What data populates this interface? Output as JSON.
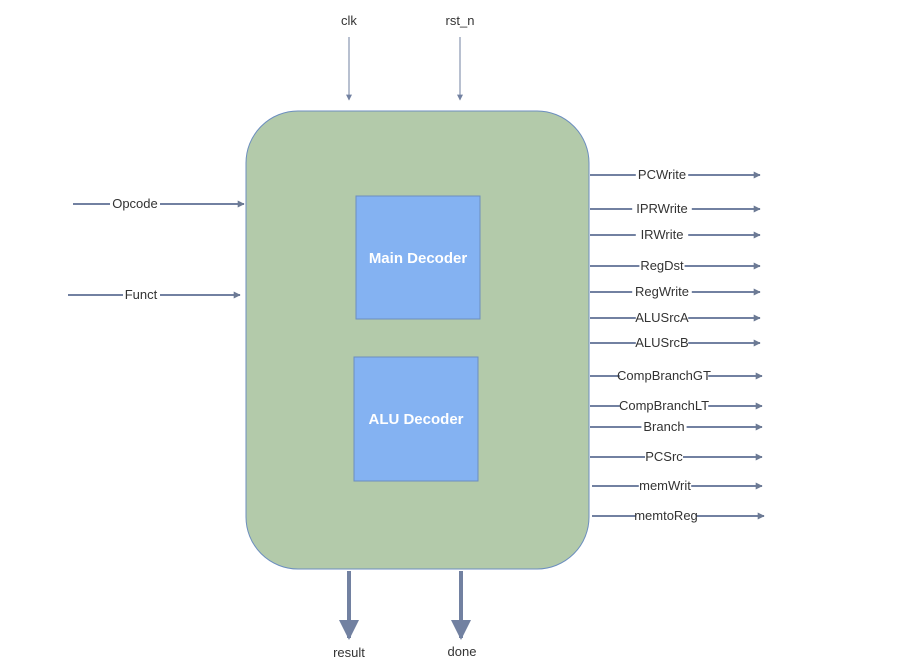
{
  "colors": {
    "controller_fill": "#b3caaa",
    "controller_stroke": "#6c8ebf",
    "decoder_fill": "#84b2f2",
    "decoder_stroke": "#6c8ebf",
    "arrow": "#7281a1",
    "thin_arrow": "#6c7a94",
    "text": "#333333"
  },
  "clock_inputs": [
    {
      "label": "clk"
    },
    {
      "label": "rst_n"
    }
  ],
  "inputs": [
    {
      "label": "Opcode"
    },
    {
      "label": "Funct"
    }
  ],
  "blocks": [
    {
      "label": "Main Decoder"
    },
    {
      "label": "ALU Decoder"
    }
  ],
  "outputs": [
    {
      "label": "PCWrite"
    },
    {
      "label": "IPRWrite"
    },
    {
      "label": "IRWrite"
    },
    {
      "label": "RegDst"
    },
    {
      "label": "RegWrite"
    },
    {
      "label": "ALUSrcA"
    },
    {
      "label": "ALUSrcB"
    },
    {
      "label": "CompBranchGT"
    },
    {
      "label": "CompBranchLT"
    },
    {
      "label": "Branch"
    },
    {
      "label": "PCSrc"
    },
    {
      "label": "memWrit"
    },
    {
      "label": "memtoReg"
    }
  ],
  "bottom_outputs": [
    {
      "label": "result"
    },
    {
      "label": "done"
    }
  ]
}
